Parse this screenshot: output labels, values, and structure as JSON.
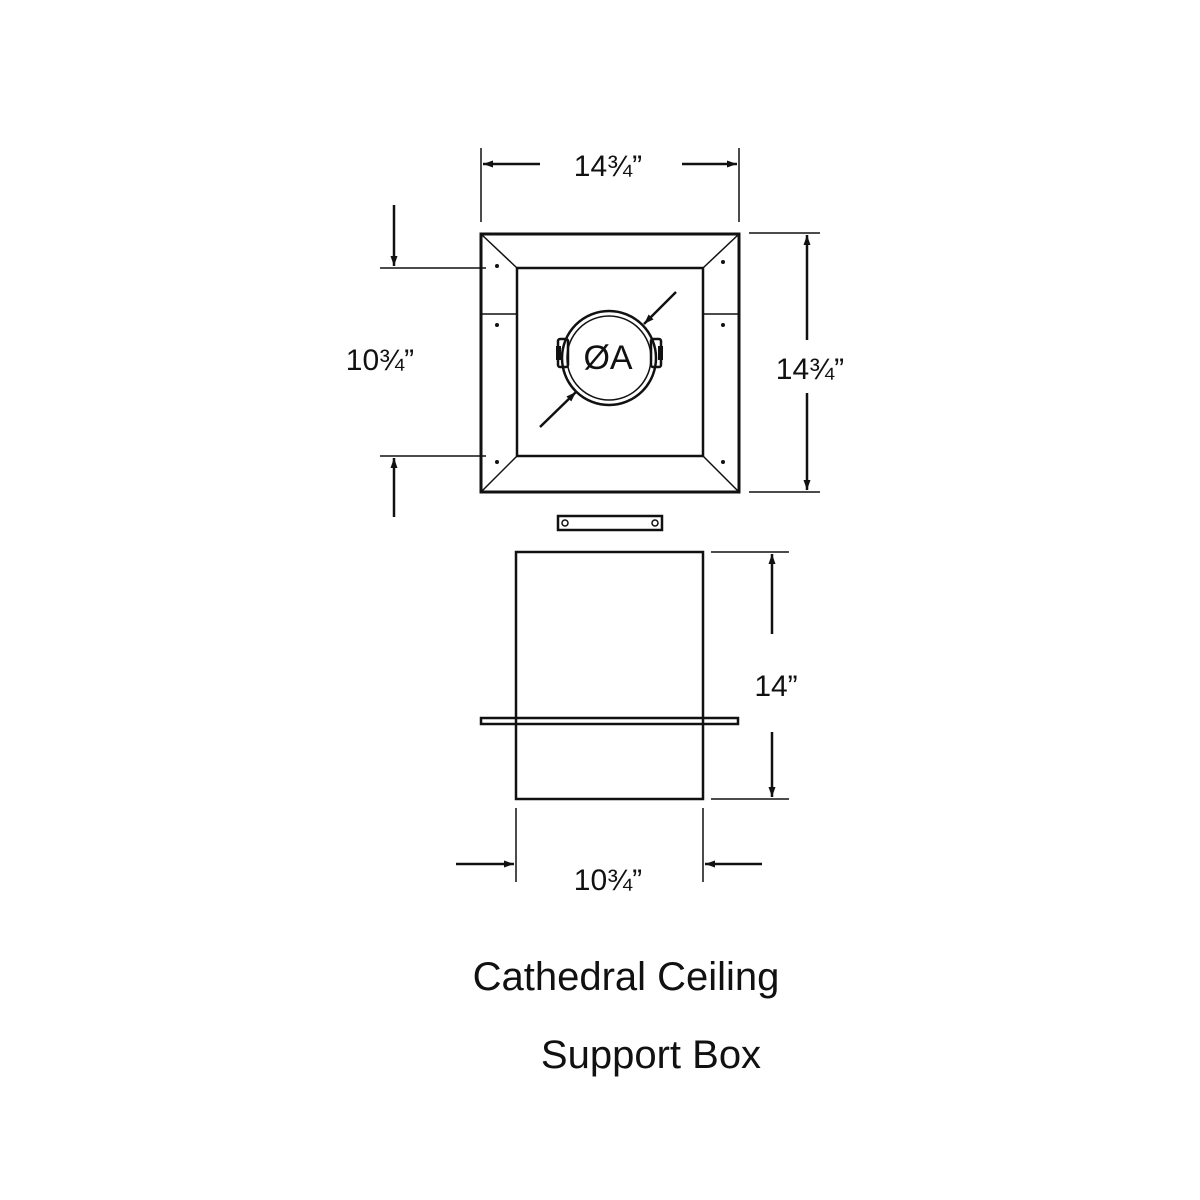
{
  "diagram": {
    "title_line1": "Cathedral Ceiling",
    "title_line2": "Support Box",
    "top_view": {
      "width_label": "14¾”",
      "height_label": "14¾”",
      "inner_label": "10¾”",
      "diameter_label": "ØA"
    },
    "side_view": {
      "height_label": "14”",
      "width_label": "10¾”"
    },
    "colors": {
      "line": "#111111",
      "background": "#ffffff"
    }
  }
}
